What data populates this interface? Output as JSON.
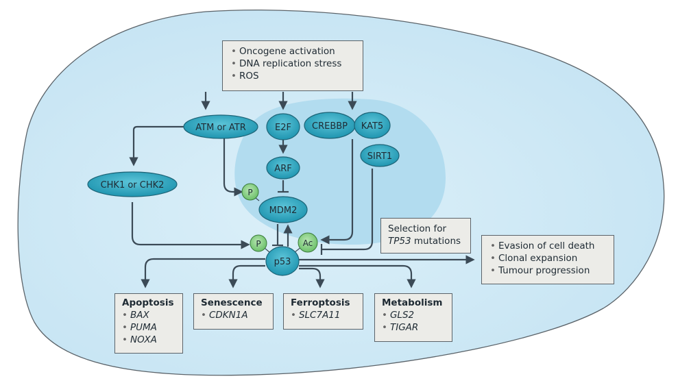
{
  "title": "p53 pathway activation and outcomes",
  "colors": {
    "cell_fill": "#cde8f5",
    "nucleus_fill": "#b2dcef",
    "node_fill": "#2ba4be",
    "modification_fill": "#8fd18f",
    "box_fill": "#ecece8",
    "arrow": "#3b4a56"
  },
  "stress_box": {
    "items": [
      "Oncogene activation",
      "DNA replication stress",
      "ROS"
    ]
  },
  "nodes": {
    "atm_atr": "ATM or ATR",
    "e2f": "E2F",
    "crebbp": "CREBBP",
    "kat5": "KAT5",
    "sirt1": "SIRT1",
    "arf": "ARF",
    "chk": "CHK1 or CHK2",
    "mdm2": "MDM2",
    "p53": "p53"
  },
  "modifications": {
    "mdm2_phospho": "P",
    "p53_phospho": "P",
    "p53_acetyl": "Ac"
  },
  "selection_box": {
    "line1": "Selection for",
    "gene": "TP53",
    "line2_rest": " mutations"
  },
  "outcome_box": {
    "items": [
      "Evasion of cell death",
      "Clonal expansion",
      "Tumour progression"
    ]
  },
  "target_boxes": [
    {
      "title": "Apoptosis",
      "genes": [
        "BAX",
        "PUMA",
        "NOXA"
      ]
    },
    {
      "title": "Senescence",
      "genes": [
        "CDKN1A"
      ]
    },
    {
      "title": "Ferroptosis",
      "genes": [
        "SLC7A11"
      ]
    },
    {
      "title": "Metabolism",
      "genes": [
        "GLS2",
        "TIGAR"
      ]
    }
  ]
}
